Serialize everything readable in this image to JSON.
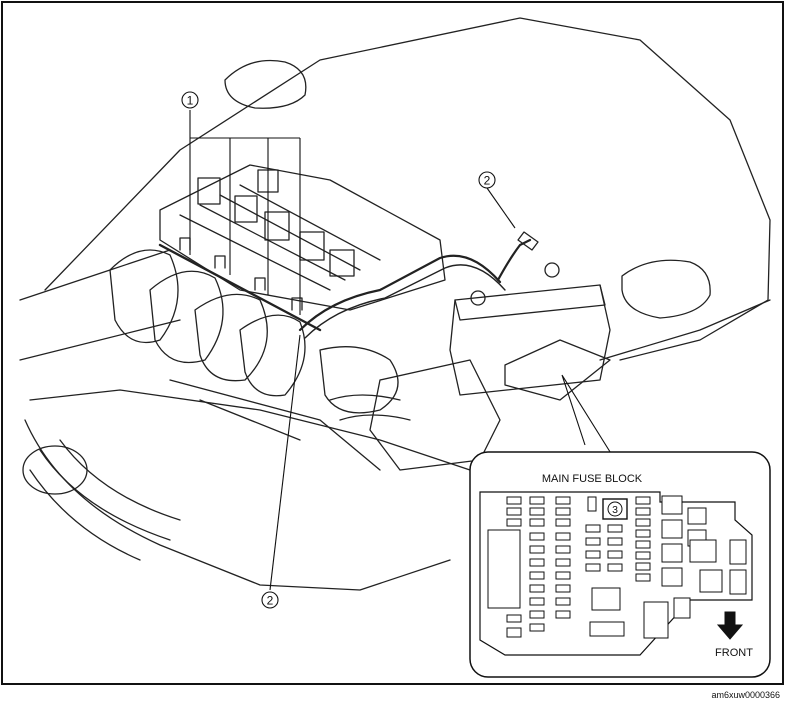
{
  "callouts": {
    "c1": "1",
    "c2_top": "2",
    "c2_bottom": "2",
    "c3": "3"
  },
  "inset": {
    "title": "MAIN FUSE BLOCK",
    "front_label": "FRONT"
  },
  "footer": {
    "image_code": "am6xuw0000366"
  }
}
